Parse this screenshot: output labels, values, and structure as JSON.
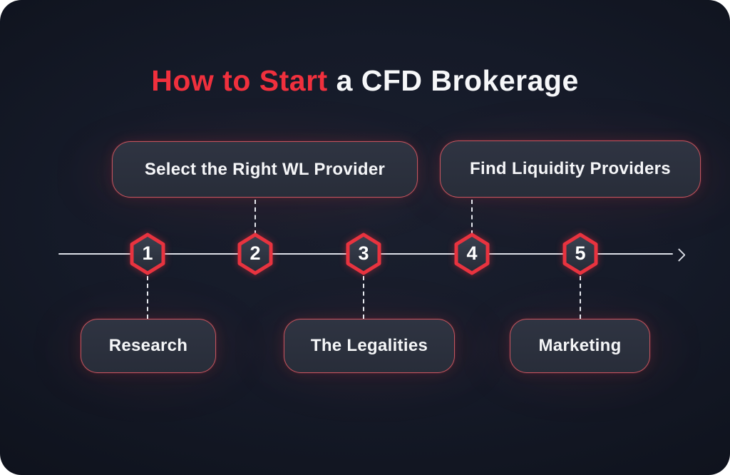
{
  "title": {
    "highlight": "How to Start",
    "rest": " a CFD Brokerage"
  },
  "colors": {
    "canvas_background": "#141927",
    "accent_red": "#f0303d",
    "hexagon_border": "#e8333f",
    "hexagon_fill_top": "#3a4150",
    "hexagon_fill_bottom": "#252a36",
    "box_fill": "#2c313e",
    "box_border": "#dd5c65",
    "text": "#f5f6f8",
    "axis_line": "#dde0e8"
  },
  "timeline": {
    "direction": "left-to-right",
    "arrow_icon": "right-arrow",
    "steps": [
      {
        "number": "1",
        "label": "Research",
        "label_position": "below"
      },
      {
        "number": "2",
        "label": "Select the Right WL Provider",
        "label_position": "above"
      },
      {
        "number": "3",
        "label": "The Legalities",
        "label_position": "below"
      },
      {
        "number": "4",
        "label": "Find Liquidity Providers",
        "label_position": "above"
      },
      {
        "number": "5",
        "label": "Marketing",
        "label_position": "below"
      }
    ]
  }
}
